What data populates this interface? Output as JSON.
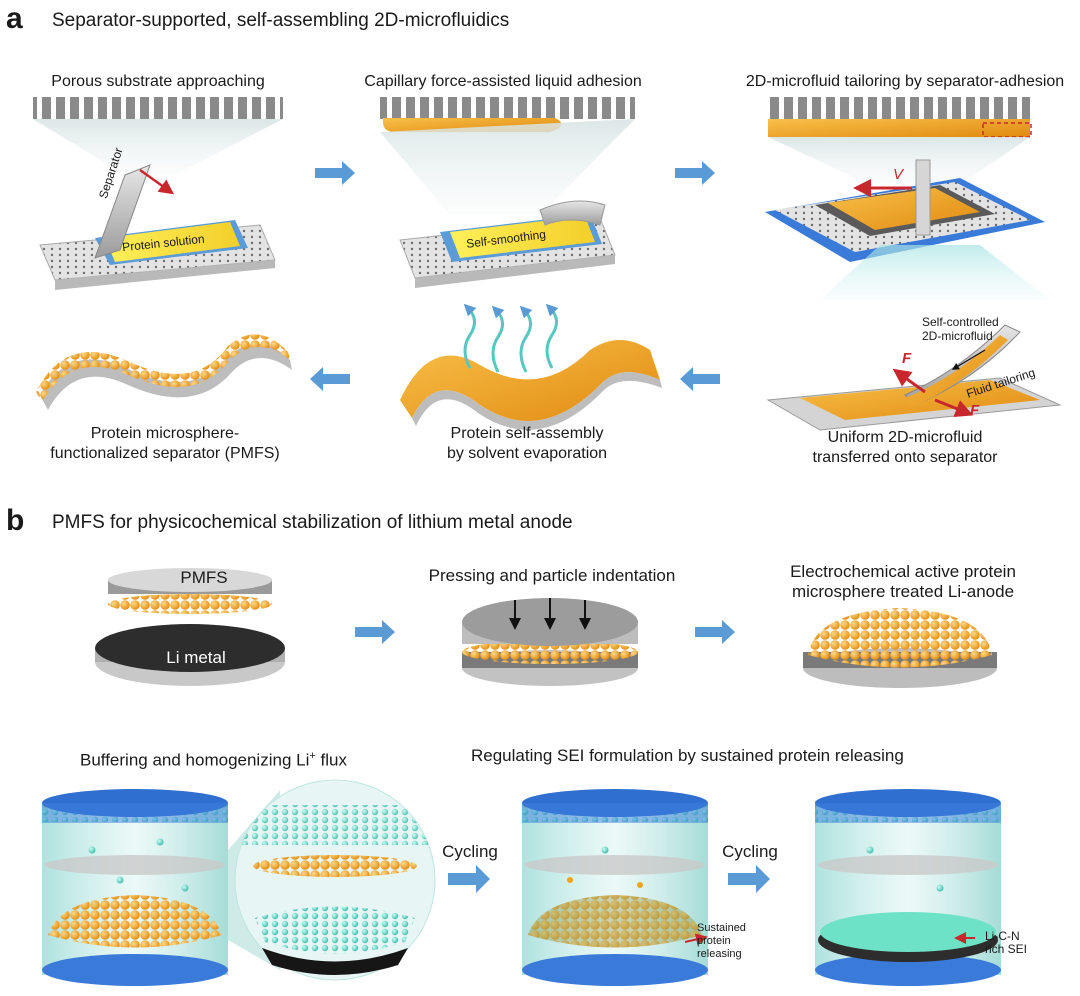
{
  "panel_a": {
    "letter": "a",
    "title": "Separator-supported, self-assembling 2D-microfluidics",
    "step1": {
      "title": "Porous substrate approaching",
      "separator": "Separator",
      "solution": "Protein solution"
    },
    "step2": {
      "title": "Capillary force-assisted liquid adhesion",
      "label": "Self-smoothing"
    },
    "step3": {
      "title": "2D-microfluid tailoring by separator-adhesion",
      "velocity": "V"
    },
    "step4": {
      "self_controlled": [
        "Self-controlled",
        "2D-microfluid"
      ],
      "fluid_tailoring": "Fluid tailoring",
      "force": "F",
      "caption": [
        "Uniform 2D-microfluid",
        "transferred onto separator"
      ]
    },
    "step5": {
      "caption": [
        "Protein self-assembly",
        "by solvent evaporation"
      ]
    },
    "step6": {
      "caption": [
        "Protein microsphere-",
        "functionalized separator (PMFS)"
      ]
    }
  },
  "panel_b": {
    "letter": "b",
    "title": "PMFS for physicochemical stabilization of lithium metal anode",
    "top": {
      "pmfs": "PMFS",
      "li_metal": "Li metal",
      "pressing": "Pressing and particle indentation",
      "treated": [
        "Electrochemical active protein",
        "microsphere treated Li-anode"
      ]
    },
    "bottom": {
      "buffering": "Buffering and homogenizing Li",
      "buffering_sup": "+",
      "buffering_tail": " flux",
      "regulating": "Regulating SEI formulation by sustained protein releasing",
      "cycling_1": "Cycling",
      "cycling_2": "Cycling",
      "sustained": [
        "Sustained",
        "protein",
        "releasing"
      ],
      "sei": [
        "Li-C-N",
        "rich SEI"
      ]
    }
  },
  "colors": {
    "arrow_blue": "#5b9bd5",
    "orange": "#f2a31b",
    "teal": "#6fd3c6",
    "red": "#c8282d",
    "gray": "#9a9a9a",
    "dark": "#3a3a3a",
    "cell_cap": "#2f6fd0"
  }
}
